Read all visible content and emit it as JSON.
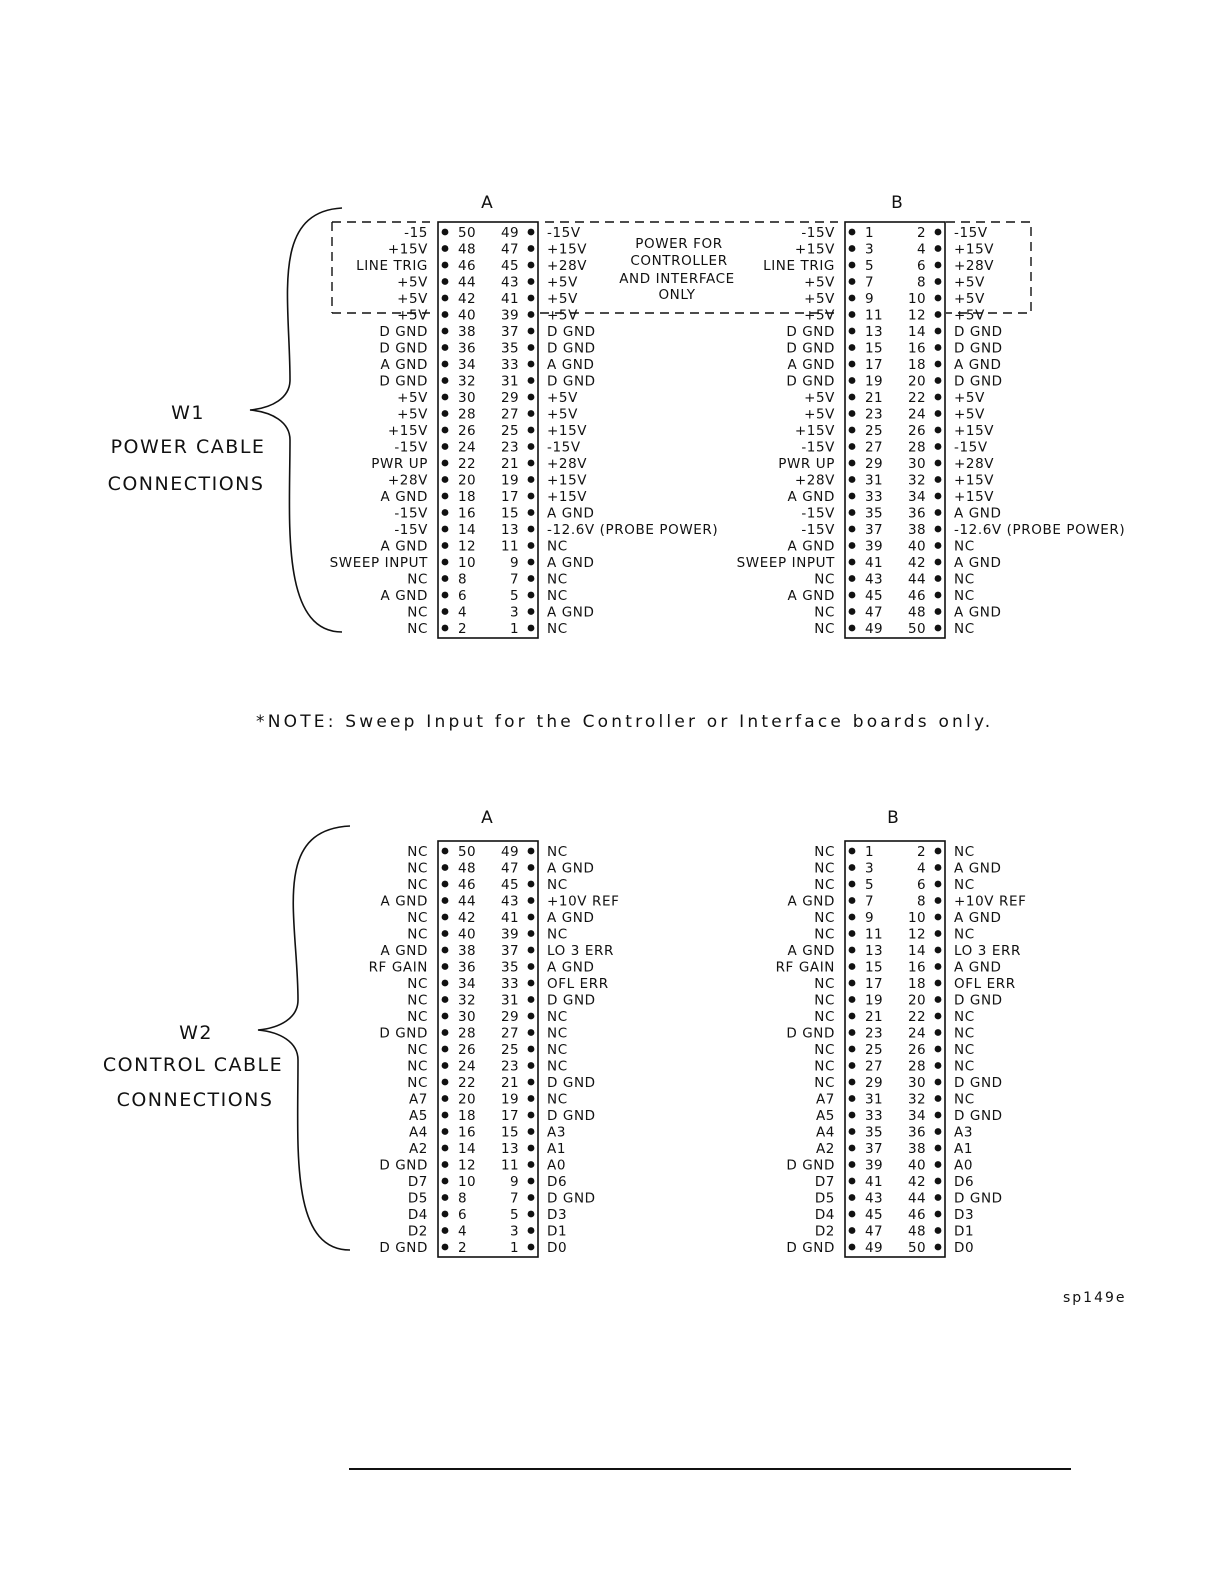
{
  "w1": {
    "label": "W1",
    "title_line1": "POWER CABLE",
    "title_line2": "CONNECTIONS",
    "power_note": [
      "POWER FOR",
      "CONTROLLER",
      "AND INTERFACE",
      "ONLY"
    ],
    "connector_a": {
      "label": "A",
      "rows": [
        {
          "l": "-15",
          "pl": "50",
          "pr": "49",
          "r": "-15V"
        },
        {
          "l": "+15V",
          "pl": "48",
          "pr": "47",
          "r": "+15V"
        },
        {
          "l": "LINE TRIG",
          "pl": "46",
          "pr": "45",
          "r": "+28V"
        },
        {
          "l": "+5V",
          "pl": "44",
          "pr": "43",
          "r": "+5V"
        },
        {
          "l": "+5V",
          "pl": "42",
          "pr": "41",
          "r": "+5V"
        },
        {
          "l": "+5V",
          "pl": "40",
          "pr": "39",
          "r": "+5V"
        },
        {
          "l": "D GND",
          "pl": "38",
          "pr": "37",
          "r": "D GND"
        },
        {
          "l": "D GND",
          "pl": "36",
          "pr": "35",
          "r": "D GND"
        },
        {
          "l": "A GND",
          "pl": "34",
          "pr": "33",
          "r": "A GND"
        },
        {
          "l": "D GND",
          "pl": "32",
          "pr": "31",
          "r": "D GND"
        },
        {
          "l": "+5V",
          "pl": "30",
          "pr": "29",
          "r": "+5V"
        },
        {
          "l": "+5V",
          "pl": "28",
          "pr": "27",
          "r": "+5V"
        },
        {
          "l": "+15V",
          "pl": "26",
          "pr": "25",
          "r": "+15V"
        },
        {
          "l": "-15V",
          "pl": "24",
          "pr": "23",
          "r": "-15V"
        },
        {
          "l": "PWR UP",
          "pl": "22",
          "pr": "21",
          "r": "+28V"
        },
        {
          "l": "+28V",
          "pl": "20",
          "pr": "19",
          "r": "+15V"
        },
        {
          "l": "A GND",
          "pl": "18",
          "pr": "17",
          "r": "+15V"
        },
        {
          "l": "-15V",
          "pl": "16",
          "pr": "15",
          "r": "A GND"
        },
        {
          "l": "-15V",
          "pl": "14",
          "pr": "13",
          "r": "-12.6V (PROBE POWER)"
        },
        {
          "l": "A GND",
          "pl": "12",
          "pr": "11",
          "r": "NC"
        },
        {
          "l": "SWEEP INPUT",
          "pl": "10",
          "pr": "9",
          "r": "A GND"
        },
        {
          "l": "NC",
          "pl": "8",
          "pr": "7",
          "r": "NC"
        },
        {
          "l": "A GND",
          "pl": "6",
          "pr": "5",
          "r": "NC"
        },
        {
          "l": "NC",
          "pl": "4",
          "pr": "3",
          "r": "A GND"
        },
        {
          "l": "NC",
          "pl": "2",
          "pr": "1",
          "r": "NC"
        }
      ]
    },
    "connector_b": {
      "label": "B",
      "rows": [
        {
          "l": "-15V",
          "pl": "1",
          "pr": "2",
          "r": "-15V"
        },
        {
          "l": "+15V",
          "pl": "3",
          "pr": "4",
          "r": "+15V"
        },
        {
          "l": "LINE TRIG",
          "pl": "5",
          "pr": "6",
          "r": "+28V"
        },
        {
          "l": "+5V",
          "pl": "7",
          "pr": "8",
          "r": "+5V"
        },
        {
          "l": "+5V",
          "pl": "9",
          "pr": "10",
          "r": "+5V"
        },
        {
          "l": "+5V",
          "pl": "11",
          "pr": "12",
          "r": "+5V"
        },
        {
          "l": "D GND",
          "pl": "13",
          "pr": "14",
          "r": "D GND"
        },
        {
          "l": "D GND",
          "pl": "15",
          "pr": "16",
          "r": "D GND"
        },
        {
          "l": "A GND",
          "pl": "17",
          "pr": "18",
          "r": "A GND"
        },
        {
          "l": "D GND",
          "pl": "19",
          "pr": "20",
          "r": "D GND"
        },
        {
          "l": "+5V",
          "pl": "21",
          "pr": "22",
          "r": "+5V"
        },
        {
          "l": "+5V",
          "pl": "23",
          "pr": "24",
          "r": "+5V"
        },
        {
          "l": "+15V",
          "pl": "25",
          "pr": "26",
          "r": "+15V"
        },
        {
          "l": "-15V",
          "pl": "27",
          "pr": "28",
          "r": "-15V"
        },
        {
          "l": "PWR UP",
          "pl": "29",
          "pr": "30",
          "r": "+28V"
        },
        {
          "l": "+28V",
          "pl": "31",
          "pr": "32",
          "r": "+15V"
        },
        {
          "l": "A GND",
          "pl": "33",
          "pr": "34",
          "r": "+15V"
        },
        {
          "l": "-15V",
          "pl": "35",
          "pr": "36",
          "r": "A GND"
        },
        {
          "l": "-15V",
          "pl": "37",
          "pr": "38",
          "r": "-12.6V (PROBE POWER)"
        },
        {
          "l": "A GND",
          "pl": "39",
          "pr": "40",
          "r": "NC"
        },
        {
          "l": "SWEEP INPUT",
          "pl": "41",
          "pr": "42",
          "r": "A GND"
        },
        {
          "l": "NC",
          "pl": "43",
          "pr": "44",
          "r": "NC"
        },
        {
          "l": "A GND",
          "pl": "45",
          "pr": "46",
          "r": "NC"
        },
        {
          "l": "NC",
          "pl": "47",
          "pr": "48",
          "r": "A GND"
        },
        {
          "l": "NC",
          "pl": "49",
          "pr": "50",
          "r": "NC"
        }
      ]
    }
  },
  "note": "*NOTE: Sweep Input for the Controller or Interface boards only.",
  "w2": {
    "label": "W2",
    "title_line1": "CONTROL CABLE",
    "title_line2": "CONNECTIONS",
    "connector_a": {
      "label": "A",
      "rows": [
        {
          "l": "NC",
          "pl": "50",
          "pr": "49",
          "r": "NC"
        },
        {
          "l": "NC",
          "pl": "48",
          "pr": "47",
          "r": "A GND"
        },
        {
          "l": "NC",
          "pl": "46",
          "pr": "45",
          "r": "NC"
        },
        {
          "l": "A GND",
          "pl": "44",
          "pr": "43",
          "r": "+10V REF"
        },
        {
          "l": "NC",
          "pl": "42",
          "pr": "41",
          "r": "A GND"
        },
        {
          "l": "NC",
          "pl": "40",
          "pr": "39",
          "r": "NC"
        },
        {
          "l": "A GND",
          "pl": "38",
          "pr": "37",
          "r": "LO 3 ERR"
        },
        {
          "l": "RF GAIN",
          "pl": "36",
          "pr": "35",
          "r": "A GND"
        },
        {
          "l": "NC",
          "pl": "34",
          "pr": "33",
          "r": "OFL ERR"
        },
        {
          "l": "NC",
          "pl": "32",
          "pr": "31",
          "r": "D GND"
        },
        {
          "l": "NC",
          "pl": "30",
          "pr": "29",
          "r": "NC"
        },
        {
          "l": "D GND",
          "pl": "28",
          "pr": "27",
          "r": "NC"
        },
        {
          "l": "NC",
          "pl": "26",
          "pr": "25",
          "r": "NC"
        },
        {
          "l": "NC",
          "pl": "24",
          "pr": "23",
          "r": "NC"
        },
        {
          "l": "NC",
          "pl": "22",
          "pr": "21",
          "r": "D GND"
        },
        {
          "l": "A7",
          "pl": "20",
          "pr": "19",
          "r": "NC"
        },
        {
          "l": "A5",
          "pl": "18",
          "pr": "17",
          "r": "D GND"
        },
        {
          "l": "A4",
          "pl": "16",
          "pr": "15",
          "r": "A3"
        },
        {
          "l": "A2",
          "pl": "14",
          "pr": "13",
          "r": "A1"
        },
        {
          "l": "D GND",
          "pl": "12",
          "pr": "11",
          "r": "A0"
        },
        {
          "l": "D7",
          "pl": "10",
          "pr": "9",
          "r": "D6"
        },
        {
          "l": "D5",
          "pl": "8",
          "pr": "7",
          "r": "D GND"
        },
        {
          "l": "D4",
          "pl": "6",
          "pr": "5",
          "r": "D3"
        },
        {
          "l": "D2",
          "pl": "4",
          "pr": "3",
          "r": "D1"
        },
        {
          "l": "D GND",
          "pl": "2",
          "pr": "1",
          "r": "D0"
        }
      ]
    },
    "connector_b": {
      "label": "B",
      "rows": [
        {
          "l": "NC",
          "pl": "1",
          "pr": "2",
          "r": "NC"
        },
        {
          "l": "NC",
          "pl": "3",
          "pr": "4",
          "r": "A GND"
        },
        {
          "l": "NC",
          "pl": "5",
          "pr": "6",
          "r": "NC"
        },
        {
          "l": "A GND",
          "pl": "7",
          "pr": "8",
          "r": "+10V REF"
        },
        {
          "l": "NC",
          "pl": "9",
          "pr": "10",
          "r": "A GND"
        },
        {
          "l": "NC",
          "pl": "11",
          "pr": "12",
          "r": "NC"
        },
        {
          "l": "A GND",
          "pl": "13",
          "pr": "14",
          "r": "LO 3 ERR"
        },
        {
          "l": "RF GAIN",
          "pl": "15",
          "pr": "16",
          "r": "A GND"
        },
        {
          "l": "NC",
          "pl": "17",
          "pr": "18",
          "r": "OFL ERR"
        },
        {
          "l": "NC",
          "pl": "19",
          "pr": "20",
          "r": "D GND"
        },
        {
          "l": "NC",
          "pl": "21",
          "pr": "22",
          "r": "NC"
        },
        {
          "l": "D GND",
          "pl": "23",
          "pr": "24",
          "r": "NC"
        },
        {
          "l": "NC",
          "pl": "25",
          "pr": "26",
          "r": "NC"
        },
        {
          "l": "NC",
          "pl": "27",
          "pr": "28",
          "r": "NC"
        },
        {
          "l": "NC",
          "pl": "29",
          "pr": "30",
          "r": "D GND"
        },
        {
          "l": "A7",
          "pl": "31",
          "pr": "32",
          "r": "NC"
        },
        {
          "l": "A5",
          "pl": "33",
          "pr": "34",
          "r": "D GND"
        },
        {
          "l": "A4",
          "pl": "35",
          "pr": "36",
          "r": "A3"
        },
        {
          "l": "A2",
          "pl": "37",
          "pr": "38",
          "r": "A1"
        },
        {
          "l": "D GND",
          "pl": "39",
          "pr": "40",
          "r": "A0"
        },
        {
          "l": "D7",
          "pl": "41",
          "pr": "42",
          "r": "D6"
        },
        {
          "l": "D5",
          "pl": "43",
          "pr": "44",
          "r": "D GND"
        },
        {
          "l": "D4",
          "pl": "45",
          "pr": "46",
          "r": "D3"
        },
        {
          "l": "D2",
          "pl": "47",
          "pr": "48",
          "r": "D1"
        },
        {
          "l": "D GND",
          "pl": "49",
          "pr": "50",
          "r": "D0"
        }
      ]
    }
  },
  "figure_id": "sp149e"
}
